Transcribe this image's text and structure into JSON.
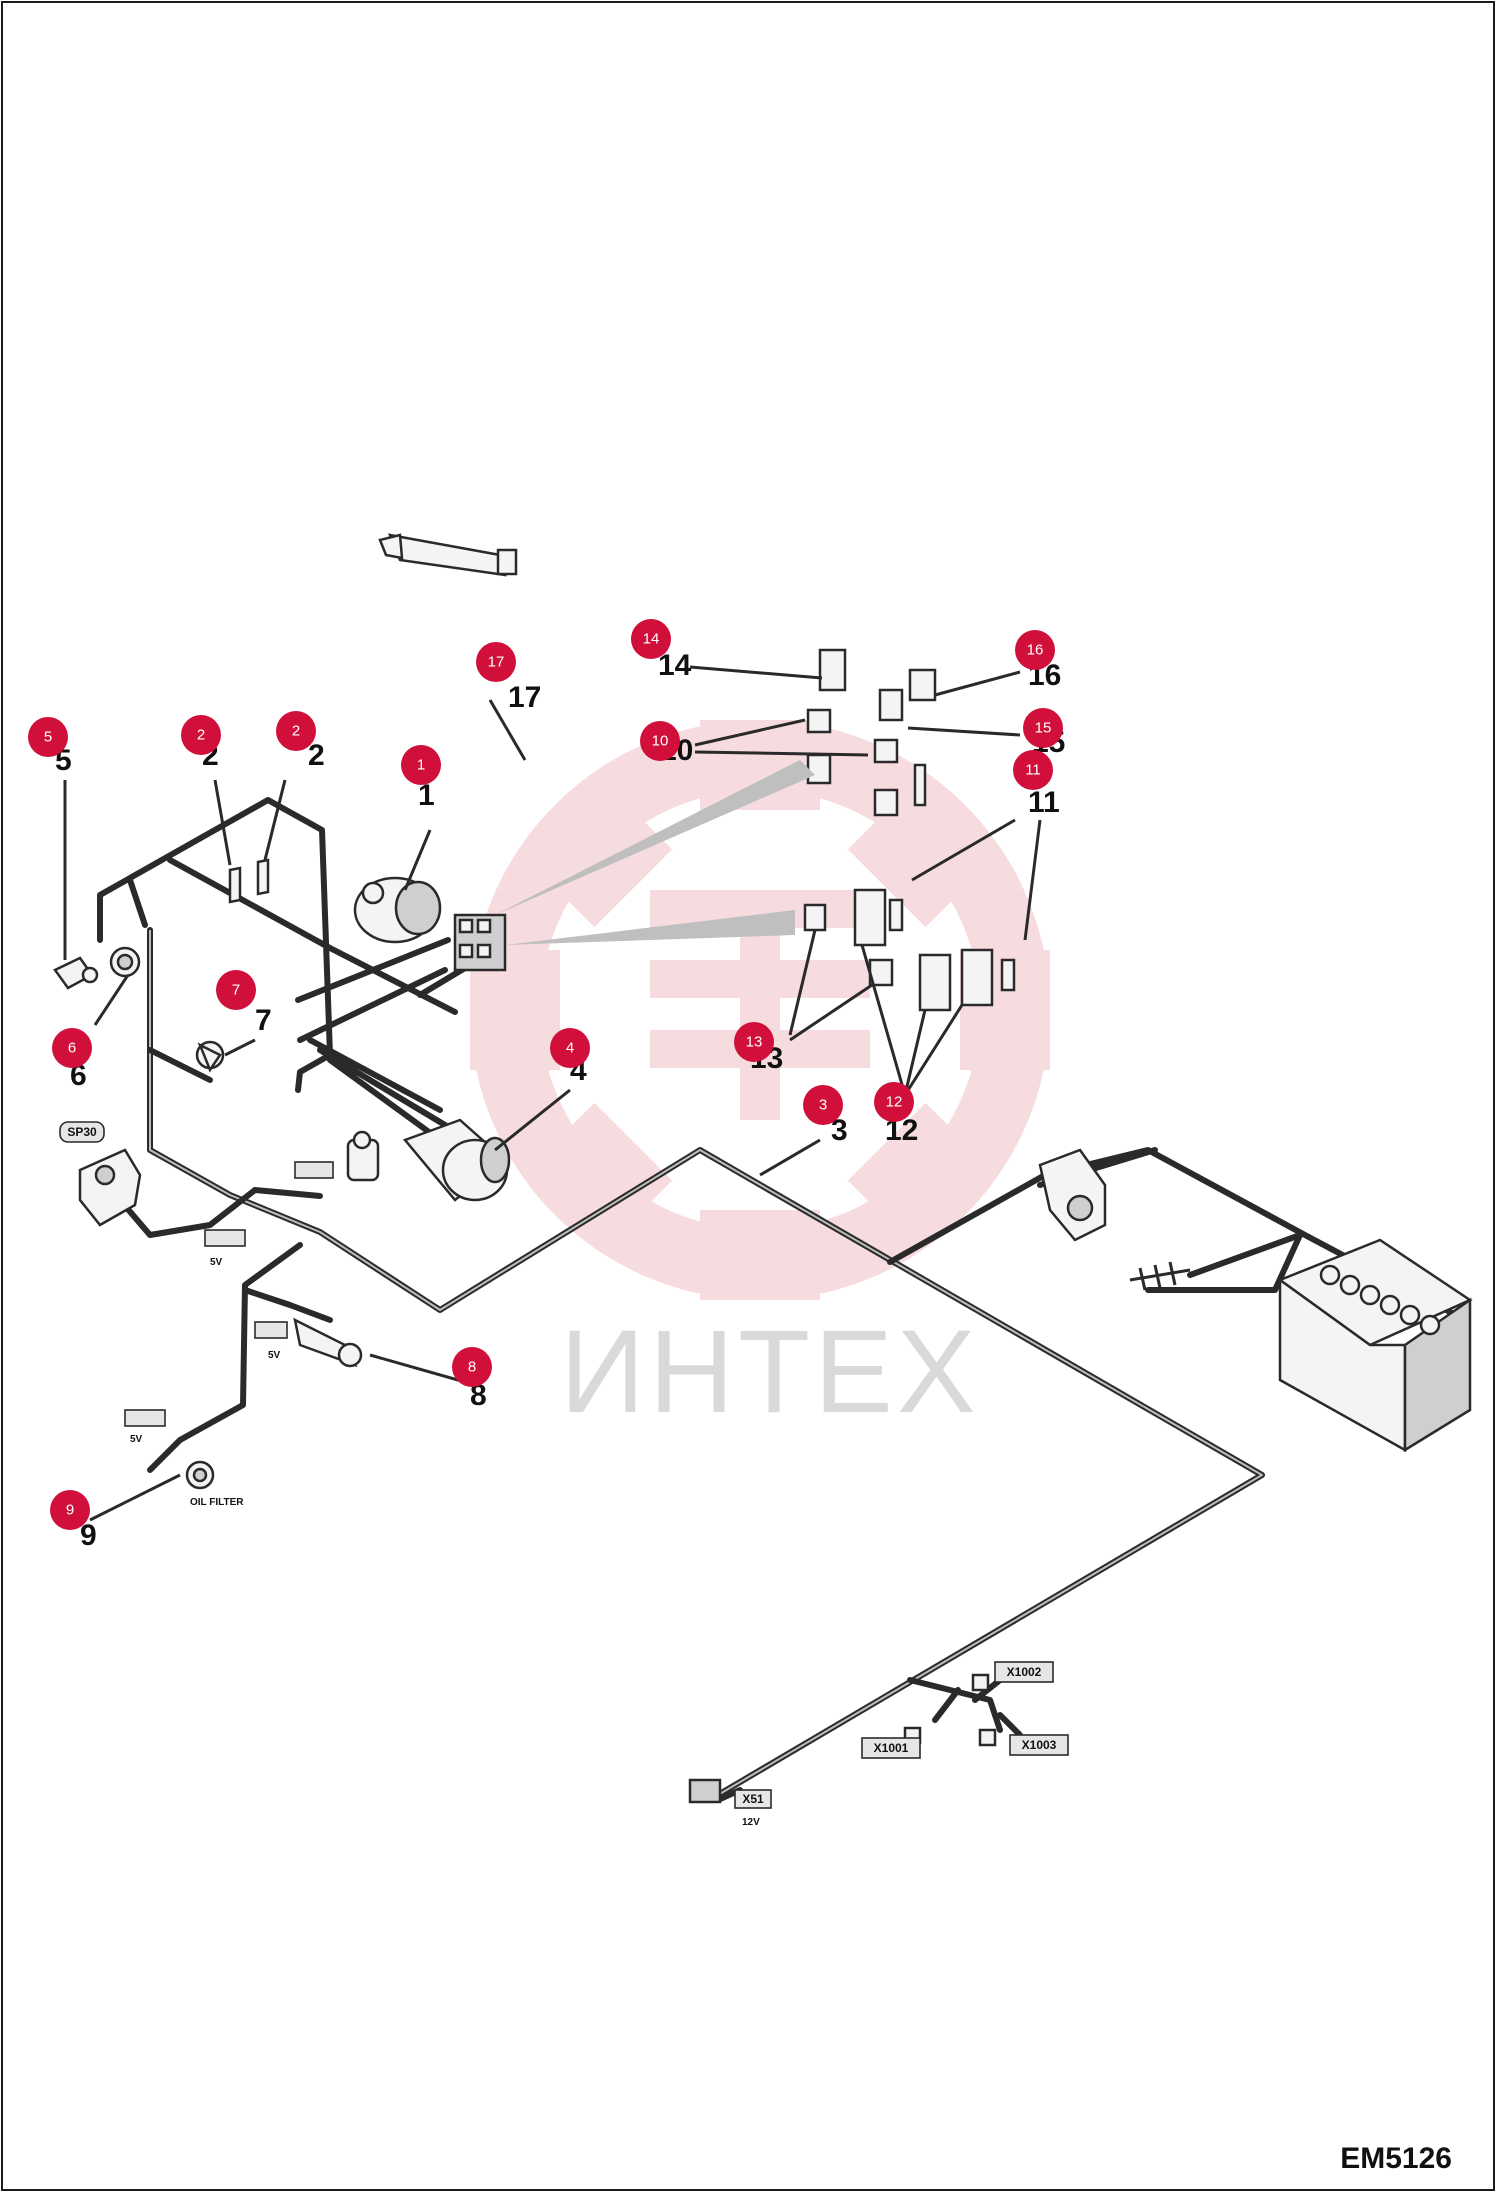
{
  "watermark": {
    "text": "ИНТЕХ",
    "color": "#f2c0c6"
  },
  "drawing_code": "EM5126",
  "colors": {
    "bubble": "#d0103a",
    "line": "#2a2a2a"
  },
  "callouts": [
    {
      "id": "c1",
      "num": "1"
    },
    {
      "id": "c2a",
      "num": "2"
    },
    {
      "id": "c2b",
      "num": "2"
    },
    {
      "id": "c3",
      "num": "3"
    },
    {
      "id": "c4",
      "num": "4"
    },
    {
      "id": "c5",
      "num": "5"
    },
    {
      "id": "c6",
      "num": "6"
    },
    {
      "id": "c7",
      "num": "7"
    },
    {
      "id": "c8",
      "num": "8"
    },
    {
      "id": "c9",
      "num": "9"
    },
    {
      "id": "c10",
      "num": "10"
    },
    {
      "id": "c11",
      "num": "11"
    },
    {
      "id": "c12",
      "num": "12"
    },
    {
      "id": "c13",
      "num": "13"
    },
    {
      "id": "c14",
      "num": "14"
    },
    {
      "id": "c15",
      "num": "15"
    },
    {
      "id": "c16",
      "num": "16"
    },
    {
      "id": "c17",
      "num": "17"
    }
  ],
  "connector_tags": [
    {
      "id": "t1",
      "text": "X1002"
    },
    {
      "id": "t2",
      "text": "X1001"
    },
    {
      "id": "t3",
      "text": "X1003"
    },
    {
      "id": "t4",
      "text": "X51"
    },
    {
      "id": "t5",
      "text": "SP30"
    }
  ],
  "small_labels": [
    {
      "id": "s1",
      "text": "12V"
    },
    {
      "id": "s2",
      "text": "OIL FILTER"
    },
    {
      "id": "s3",
      "text": "5V"
    },
    {
      "id": "s4",
      "text": "5V"
    },
    {
      "id": "s5",
      "text": "5V"
    }
  ]
}
